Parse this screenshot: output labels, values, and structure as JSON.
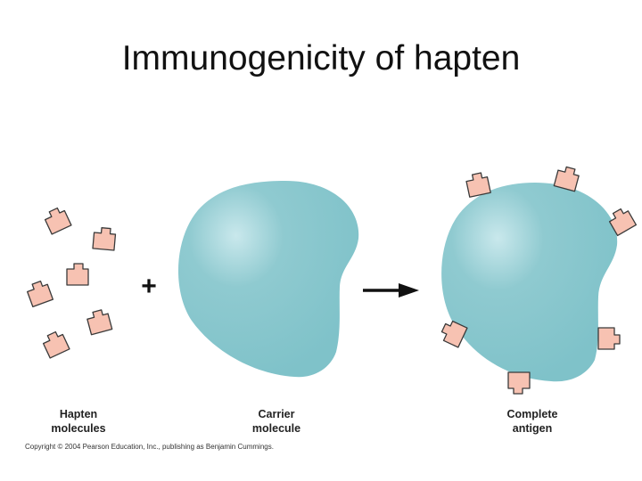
{
  "title": "Immunogenicity of hapten",
  "operator_plus": "+",
  "labels": {
    "hapten_line1": "Hapten",
    "hapten_line2": "molecules",
    "carrier_line1": "Carrier",
    "carrier_line2": "molecule",
    "antigen_line1": "Complete",
    "antigen_line2": "antigen"
  },
  "copyright": "Copyright © 2004 Pearson Education, Inc., publishing as Benjamin Cummings.",
  "colors": {
    "hapten_fill": "#f7c2b2",
    "hapten_stroke": "#3a3a3a",
    "carrier_fill": "#7fc2c9",
    "carrier_highlight": "#c9e8ec",
    "arrow": "#111111"
  },
  "icons": {
    "arrow": "arrow-right-icon"
  }
}
